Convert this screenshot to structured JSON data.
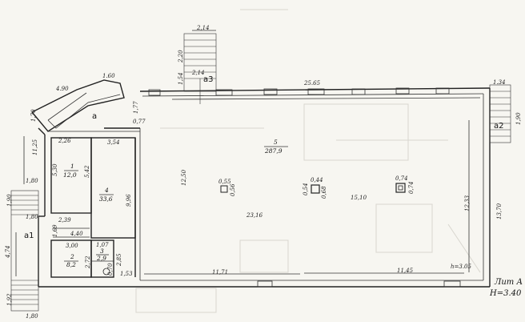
{
  "plan": {
    "labels": {
      "lit": "Лит А",
      "height": "H=3.40",
      "ceiling": "h=3.05"
    },
    "entrances": {
      "a": "а",
      "a1": "а1",
      "a2": "а2",
      "a3": "а3"
    },
    "rooms": [
      {
        "number": "1",
        "area": "12,0"
      },
      {
        "number": "2",
        "area": "8,2"
      },
      {
        "number": "3",
        "area": "2,9"
      },
      {
        "number": "4",
        "area": "33,6"
      },
      {
        "number": "5",
        "area": "287,9"
      }
    ],
    "dims": {
      "d1_60": "1.60",
      "d4_90": "4.90",
      "d1_70": "1,70",
      "d2_14_top": "2,14",
      "d2_20": "2,20",
      "d1_54": "1,54",
      "d2_14": "2,14",
      "d25_65": "25.65",
      "d1_34": "1.34",
      "d1_90_right": "1,90",
      "d1_77": "1,77",
      "d0_77": "0,77",
      "d11_25": "11,25",
      "d2_26": "2,26",
      "d3_54": "3,54",
      "d5_30": "5,30",
      "d5_42": "5,42",
      "d9_96": "9,96",
      "d12_50": "12,50",
      "d1_80_a": "1,80",
      "d1_90_left": "1,90",
      "d1_80_b": "1,80",
      "d2_39": "2,39",
      "d1_69": "1,69",
      "d4_40": "4,40",
      "d4_74": "4,74",
      "d3_00": "3,00",
      "d1_07": "1,07",
      "d2_72": "2,72",
      "d2_85": "2,85",
      "d0_70": "0,70",
      "d1_53": "1,53",
      "d1_92": "1,92",
      "d1_80_c": "1,80",
      "d0_55": "0,55",
      "d0_56": "0,56",
      "d0_44": "0,44",
      "d0_54": "0,54",
      "d0_68": "0,68",
      "d0_74_a": "0,74",
      "d0_74_b": "0,74",
      "d23_16": "23,16",
      "d15_10": "15,10",
      "d12_33": "12,33",
      "d13_70": "13,70",
      "d11_71": "11,71",
      "d11_45": "11,45"
    }
  }
}
